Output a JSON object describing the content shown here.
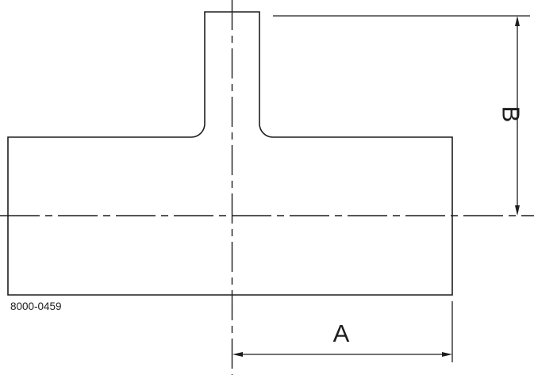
{
  "drawing": {
    "type": "technical-drawing",
    "subject": "tee-fitting-side-view",
    "part_number": "8000-0459",
    "dimensions": {
      "horizontal_label": "A",
      "vertical_label": "B"
    },
    "colors": {
      "line": "#1d1d1b",
      "background": "#ffffff"
    }
  }
}
